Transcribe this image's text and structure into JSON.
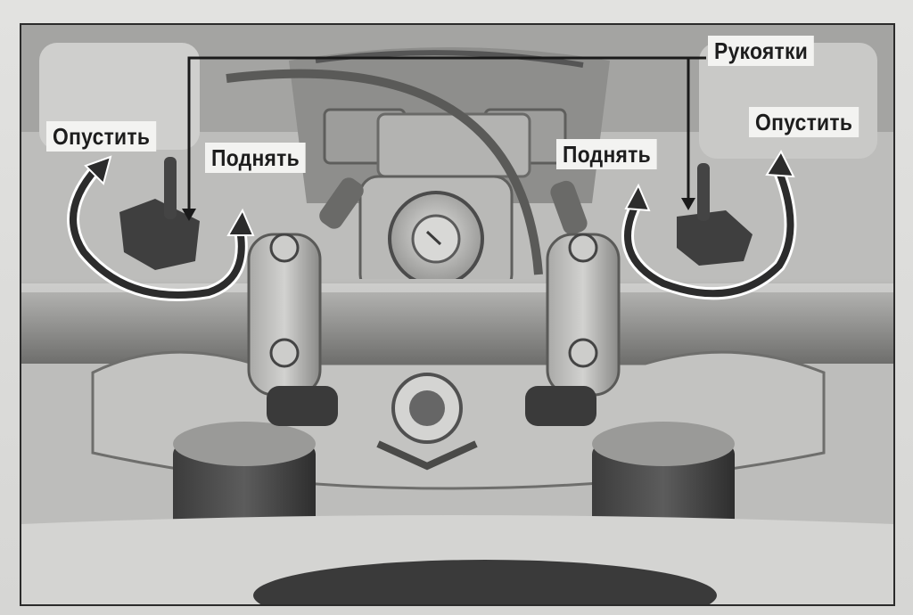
{
  "labels": {
    "handles": "Рукоятки",
    "lower_left": "Опустить",
    "raise_left": "Поднять",
    "raise_right": "Поднять",
    "lower_right": "Опустить"
  },
  "colors": {
    "photo_dark": "#3a3a3a",
    "photo_mid": "#8c8c8a",
    "photo_light": "#c8c8c6",
    "arrow_fill": "#2c2c2c",
    "arrow_outline": "#ffffff",
    "label_bg": "#f3f3f1"
  }
}
